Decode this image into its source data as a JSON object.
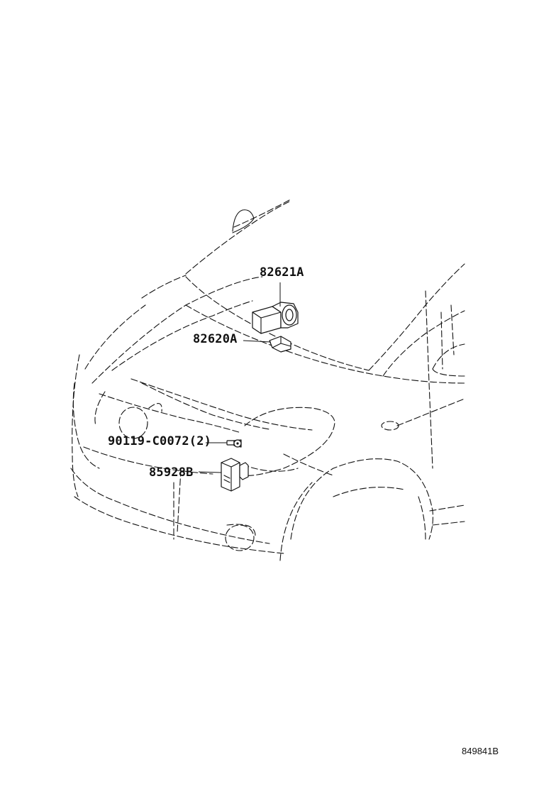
{
  "diagram": {
    "callouts": {
      "horn_high": "82621A",
      "horn_bracket": "82620A",
      "bolt": "90119-C0072(2)",
      "relay": "85928B"
    },
    "reference_code": "849841B"
  }
}
